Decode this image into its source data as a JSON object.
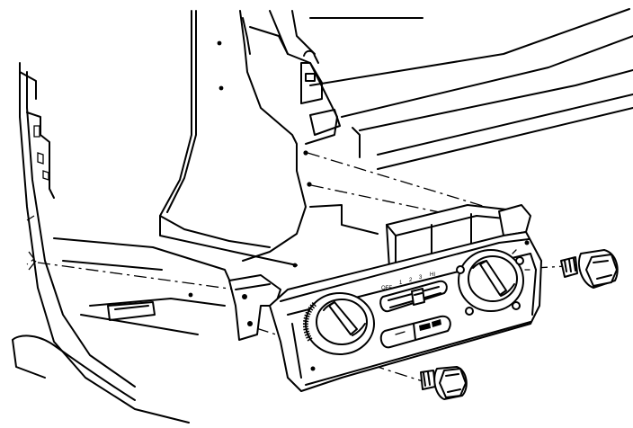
{
  "diagram": {
    "parts": [
      "instrument-panel-carrier",
      "hvac-control-head",
      "mounting-bolt-right",
      "mounting-bolt-lower",
      "control-knob-left",
      "control-knob-right",
      "mode-slider",
      "rear-defrost-switch"
    ],
    "control_head_marks": {
      "slider_positions": [
        "OFF",
        "1",
        "2",
        "3",
        "HI"
      ]
    },
    "colors": {
      "line": "#000000",
      "background": "#ffffff"
    }
  }
}
